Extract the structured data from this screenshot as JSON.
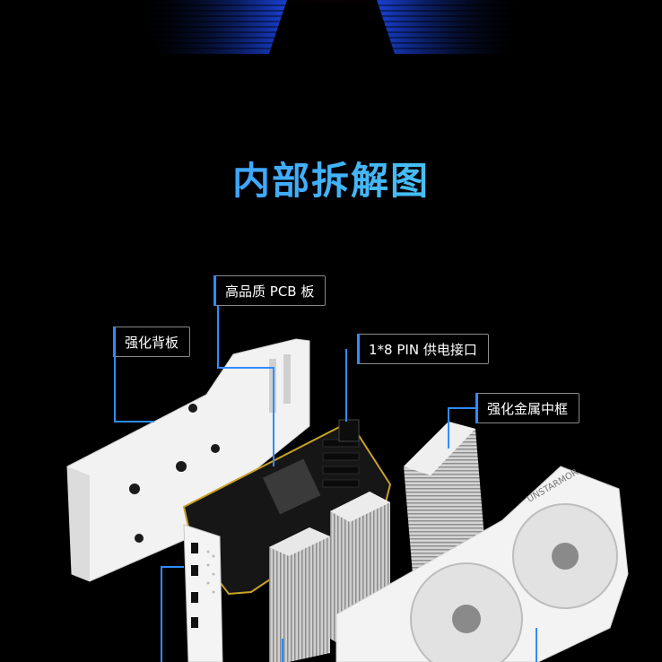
{
  "title": "内部拆解图",
  "labels": {
    "pcb": "高品质 PCB 板",
    "backplate": "强化背板",
    "power": "1*8 PIN 供电接口",
    "frame": "强化金属中框"
  },
  "brand_text": "UNSTARMOR",
  "colors": {
    "accent": "#2f8cff",
    "title_start": "#2f7bff",
    "title_end": "#4fe0e8",
    "background": "#000000"
  }
}
